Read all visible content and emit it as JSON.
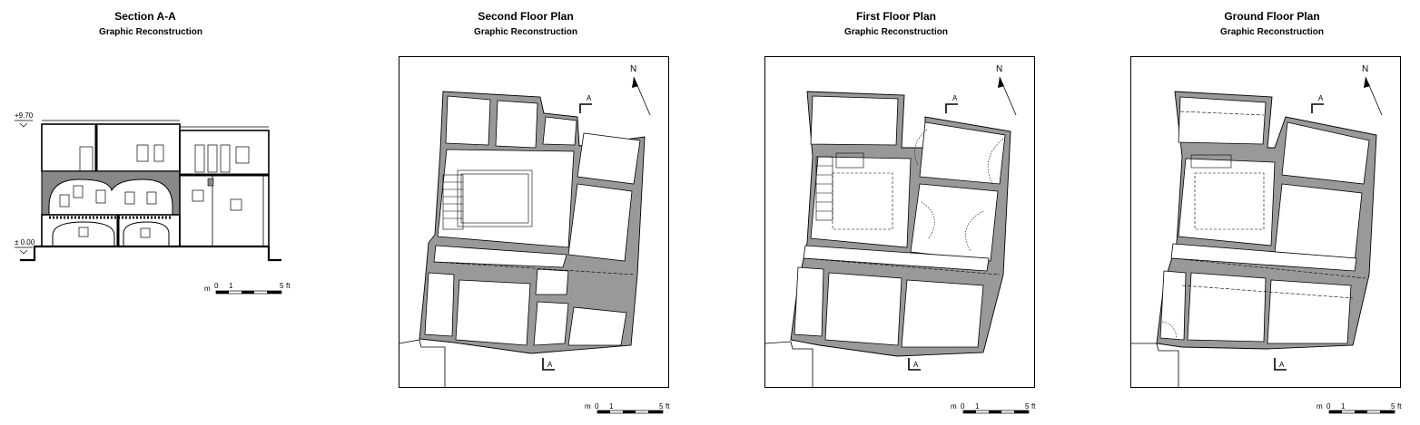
{
  "section": {
    "title": "Section A-A",
    "subtitle": "Graphic Reconstruction",
    "level_top": "+9.70",
    "level_bottom": "± 0.00",
    "scale_m": "m",
    "scale_0": "0",
    "scale_1": "1",
    "scale_5": "5",
    "scale_ft": "ft"
  },
  "plans": [
    {
      "title": "Second Floor Plan",
      "subtitle": "Graphic Reconstruction",
      "north": "N",
      "cut": "A",
      "scale_m": "m",
      "scale_0": "0",
      "scale_1": "1",
      "scale_5": "5",
      "scale_ft": "ft"
    },
    {
      "title": "First Floor Plan",
      "subtitle": "Graphic Reconstruction",
      "north": "N",
      "cut": "A",
      "scale_m": "m",
      "scale_0": "0",
      "scale_1": "1",
      "scale_5": "5",
      "scale_ft": "ft"
    },
    {
      "title": "Ground Floor Plan",
      "subtitle": "Graphic Reconstruction",
      "north": "N",
      "cut": "A",
      "scale_m": "m",
      "scale_0": "0",
      "scale_1": "1",
      "scale_5": "5",
      "scale_ft": "ft"
    }
  ]
}
